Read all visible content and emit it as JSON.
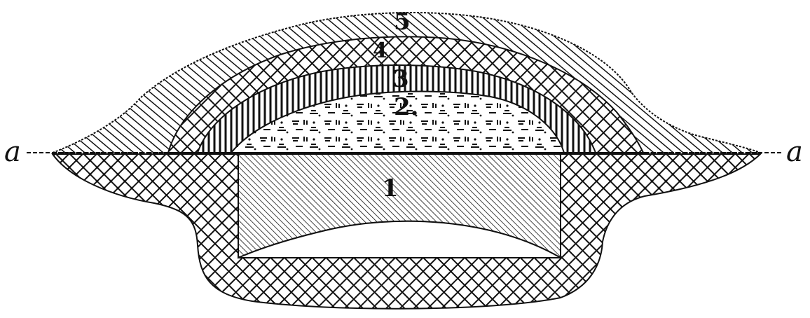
{
  "diagram": {
    "layer_labels": {
      "one": "1",
      "two": "2.",
      "three": "3",
      "four": "4",
      "five": "5"
    },
    "edge_labels": {
      "left": "a",
      "right": "a"
    },
    "colors": {
      "ink": "#111111",
      "paper": "#ffffff"
    }
  }
}
